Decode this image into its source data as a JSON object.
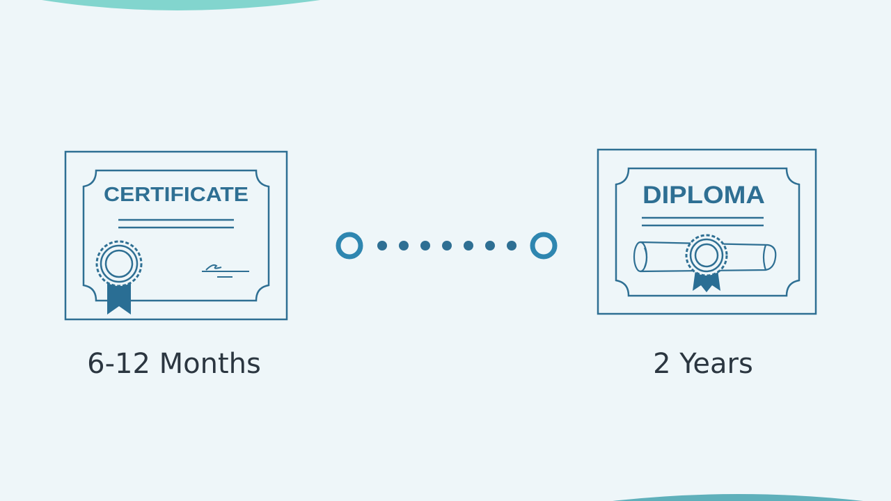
{
  "certificate": {
    "title": "CERTIFICATE",
    "duration": "6-12 Months"
  },
  "diploma": {
    "title": "DIPLOMA",
    "duration": "2 Years"
  },
  "connector": {
    "dot_count": 7
  },
  "colors": {
    "background": "#eef6f9",
    "line": "#2e6f93",
    "ribbon": "#2a6e94",
    "accent": "#6fcfc7",
    "caption": "#2b3640"
  }
}
